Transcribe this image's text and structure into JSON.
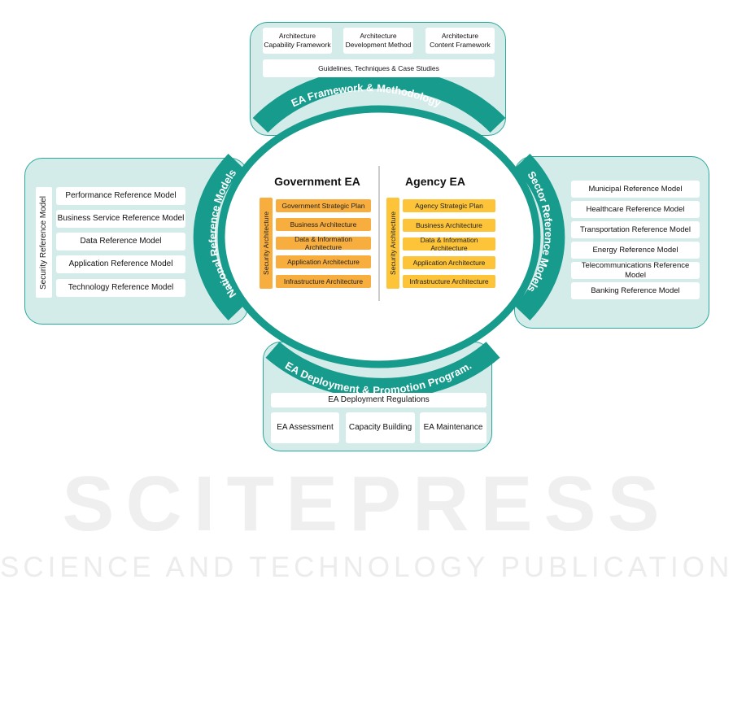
{
  "top": {
    "row1": [
      {
        "line1": "Architecture",
        "line2": "Capability Framework"
      },
      {
        "line1": "Architecture",
        "line2": "Development Method"
      },
      {
        "line1": "Architecture",
        "line2": "Content Framework"
      }
    ],
    "row2": "Guidelines, Techniques & Case Studies",
    "arc_label": "EA Framework & Methodology"
  },
  "left": {
    "vertical": "Security Reference Model",
    "items": [
      "Performance Reference Model",
      "Business Service Reference Model",
      "Data Reference Model",
      "Application  Reference Model",
      "Technology Reference Model"
    ],
    "arc_label": "National Reference Models"
  },
  "right": {
    "items": [
      "Municipal Reference Model",
      "Healthcare Reference Model",
      "Transportation Reference Model",
      "Energy Reference Model",
      "Telecommunications Reference Model",
      "Banking Reference Model"
    ],
    "arc_label": "Sector Reference Models"
  },
  "bottom": {
    "arc_label": "EA Deployment & Promotion Program.",
    "row1": "EA Deployment Regulations",
    "row2": [
      "EA Assessment",
      "Capacity Building",
      "EA Maintenance"
    ]
  },
  "center": {
    "gov": {
      "title": "Government EA",
      "vertical": "Security Architecture",
      "items": [
        "Government Strategic Plan",
        "Business Architecture",
        "Data & Information Architecture",
        "Application Architecture",
        "Infrastructure Architecture"
      ]
    },
    "agency": {
      "title": "Agency EA",
      "vertical": "Security Architecture",
      "items": [
        "Agency Strategic Plan",
        "Business Architecture",
        "Data & Information Architecture",
        "Application Architecture",
        "Infrastructure Architecture"
      ]
    }
  },
  "watermark": {
    "line1": "SCITEPRESS",
    "line2": "SCIENCE AND TECHNOLOGY PUBLICATIONS"
  },
  "colors": {
    "teal": "#179b8c",
    "panel": "#d3ecea",
    "orange": "#f8ae3e",
    "yellow": "#fdc43a"
  }
}
